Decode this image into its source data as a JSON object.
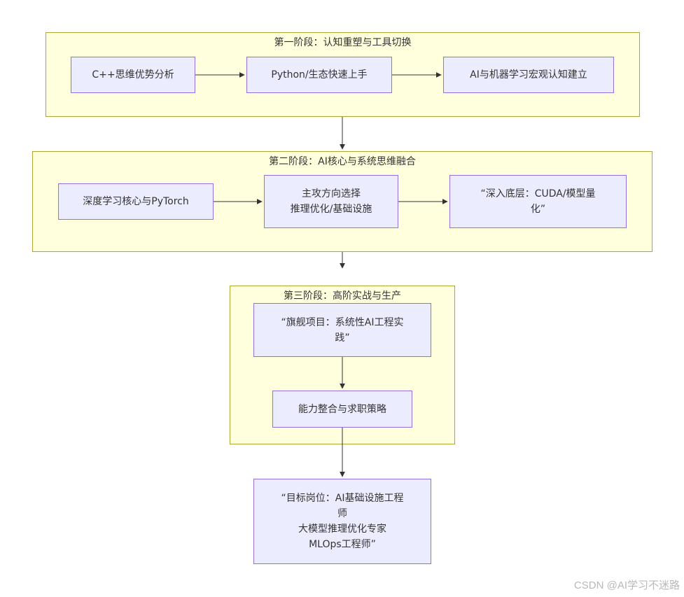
{
  "clusters": {
    "stage1": {
      "title": "第一阶段：认知重塑与工具切换"
    },
    "stage2": {
      "title": "第二阶段：AI核心与系统思维融合"
    },
    "stage3": {
      "title": "第三阶段：高阶实战与生产"
    }
  },
  "nodes": {
    "cpp_mindset": "C++思维优势分析",
    "python_ecosystem": "Python/生态快速上手",
    "ai_ml_overview": "AI与机器学习宏观认知建立",
    "dl_pytorch": "深度学习核心与PyTorch",
    "direction_choice": "主攻方向选择\n推理优化/基础设施",
    "deep_dive": "“深入底层：CUDA/模型量\n化”",
    "flagship_project": "“旗舰项目：系统性AI工程实\n践”",
    "career_strategy": "能力整合与求职策略",
    "target_roles": "“目标岗位：AI基础设施工程\n师\n大模型推理优化专家\nMLOps工程师”"
  },
  "colors": {
    "cluster_fill": "#ffffde",
    "cluster_border": "#aaaa33",
    "node_fill": "#ececff",
    "node_border": "#9370db",
    "edge": "#333333"
  },
  "watermark": "CSDN @AI学习不迷路"
}
